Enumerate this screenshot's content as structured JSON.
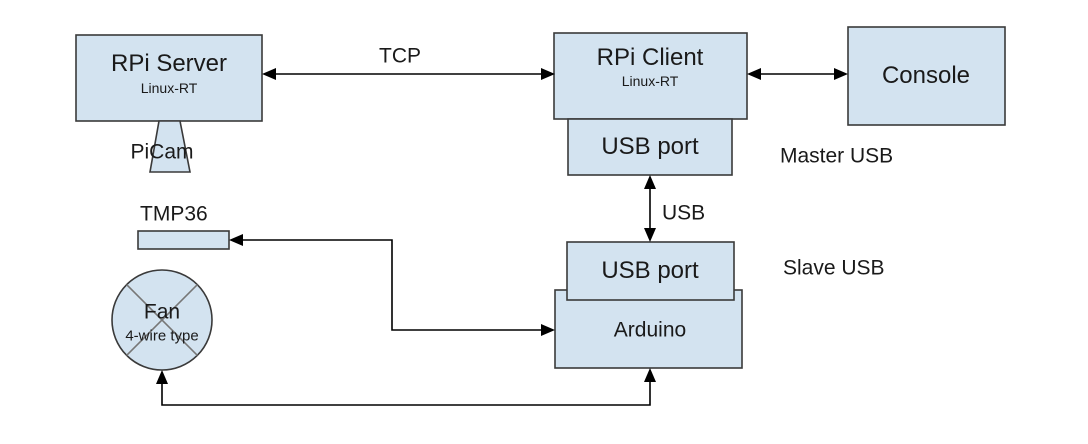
{
  "nodes": {
    "rpi_server": {
      "title": "RPi Server",
      "subtitle": "Linux-RT"
    },
    "rpi_client": {
      "title": "RPi Client",
      "subtitle": "Linux-RT"
    },
    "console": {
      "title": "Console"
    },
    "usb_port_master": {
      "title": "USB port"
    },
    "usb_port_slave": {
      "title": "USB port"
    },
    "arduino": {
      "title": "Arduino"
    },
    "picam": {
      "title": "PiCam"
    },
    "tmp36": {
      "title": "TMP36"
    },
    "fan": {
      "title": "Fan",
      "subtitle": "4-wire type"
    }
  },
  "labels": {
    "tcp": "TCP",
    "usb": "USB",
    "master_usb": "Master USB",
    "slave_usb": "Slave USB"
  },
  "colors": {
    "box_fill": "#d3e3f0",
    "box_stroke": "#3a3a3a",
    "line": "#000000"
  }
}
